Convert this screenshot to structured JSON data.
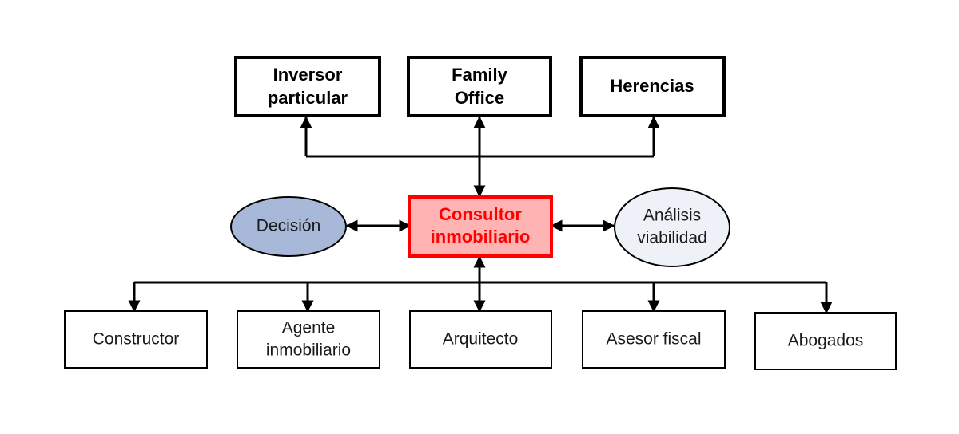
{
  "diagram": {
    "colors": {
      "line": "#000000",
      "center_fill": "#ffb3b3",
      "center_border": "#ff0000",
      "center_text": "#ff0000",
      "decision_fill": "#a8b8d8",
      "analysis_fill": "#eef1f8"
    },
    "top_nodes": [
      {
        "lines": [
          "Inversor",
          "particular"
        ]
      },
      {
        "lines": [
          "Family",
          "Office"
        ]
      },
      {
        "lines": [
          "Herencias"
        ]
      }
    ],
    "center_node": {
      "lines": [
        "Consultor",
        "inmobiliario"
      ]
    },
    "left_node": {
      "lines": [
        "Decisión"
      ]
    },
    "right_node": {
      "lines": [
        "Análisis",
        "viabilidad"
      ]
    },
    "bottom_nodes": [
      {
        "lines": [
          "Constructor"
        ]
      },
      {
        "lines": [
          "Agente",
          "inmobiliario"
        ]
      },
      {
        "lines": [
          "Arquitecto"
        ]
      },
      {
        "lines": [
          "Asesor fiscal"
        ]
      },
      {
        "lines": [
          "Abogados"
        ]
      }
    ]
  }
}
